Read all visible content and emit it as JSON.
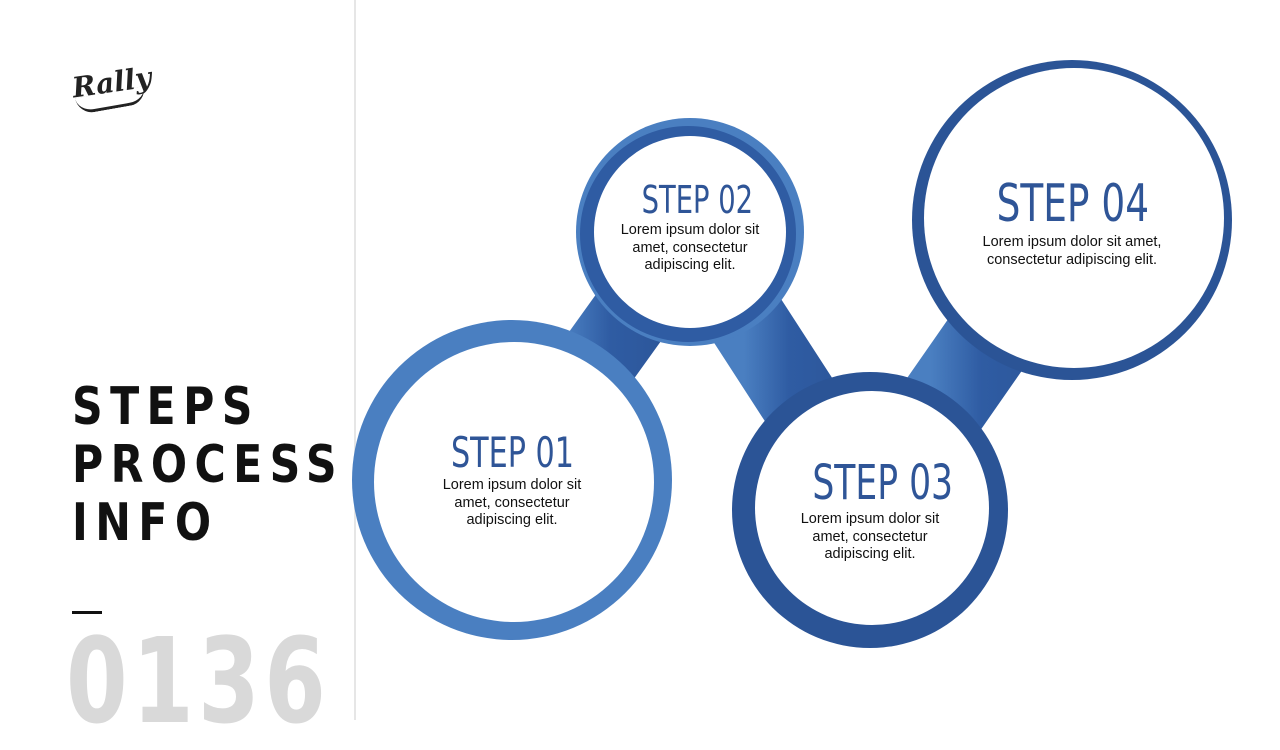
{
  "logo": "Rally",
  "title": {
    "lines": [
      "STEPS",
      "PROCESS",
      "INFO"
    ]
  },
  "slide_number": "0136",
  "colors": {
    "light_blue": "#4a7fc1",
    "dark_blue": "#2b5496",
    "number_gray": "#d9d9d9"
  },
  "steps": [
    {
      "title": "STEP 01",
      "text": "Lorem ipsum dolor sit amet, consectetur adipiscing elit."
    },
    {
      "title": "STEP 02",
      "text": "Lorem ipsum dolor sit amet, consectetur adipiscing elit."
    },
    {
      "title": "STEP 03",
      "text": "Lorem ipsum dolor sit amet, consectetur adipiscing elit."
    },
    {
      "title": "STEP 04",
      "text": "Lorem ipsum dolor sit amet, consectetur adipiscing elit."
    }
  ]
}
